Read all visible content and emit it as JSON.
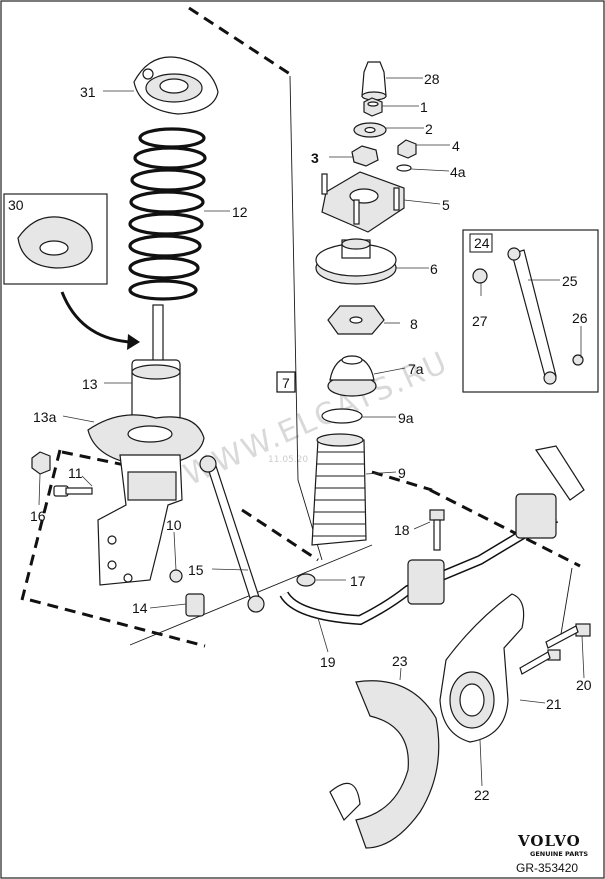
{
  "labels": {
    "l31": "31",
    "l28": "28",
    "l1": "1",
    "l2": "2",
    "l4": "4",
    "l3": "3",
    "l4a": "4a",
    "l5": "5",
    "l12": "12",
    "l30": "30",
    "l24": "24",
    "l6": "6",
    "l25": "25",
    "l8": "8",
    "l27": "27",
    "l26": "26",
    "l7": "7",
    "l7a": "7a",
    "l13": "13",
    "l9a": "9a",
    "l13a": "13a",
    "l9": "9",
    "l11": "11",
    "l18": "18",
    "l16": "16",
    "l10": "10",
    "l15": "15",
    "l17": "17",
    "l14": "14",
    "l19": "19",
    "l23": "23",
    "l20": "20",
    "l21": "21",
    "l22": "22"
  },
  "watermark": {
    "text": "WWW.ELCATS.RU",
    "date": "11.05.20"
  },
  "brand": {
    "name": "VOLVO",
    "tagline": "GENUINE PARTS"
  },
  "reference": "GR-353420"
}
